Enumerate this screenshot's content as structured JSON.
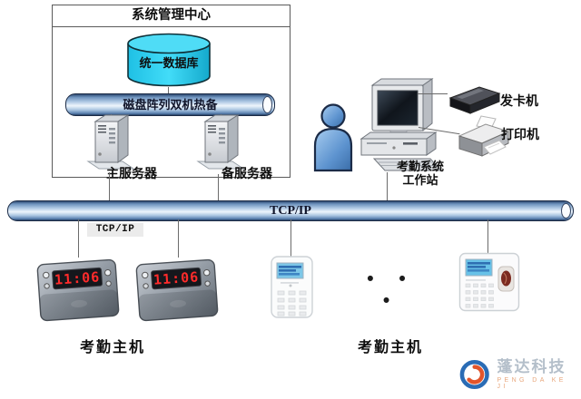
{
  "management_center": {
    "title": "系统管理中心",
    "database_label": "统一数据库",
    "disk_array_label": "磁盘阵列双机热备",
    "primary_server_label": "主服务器",
    "backup_server_label": "备服务器"
  },
  "network": {
    "backbone_label": "TCP/IP",
    "branch_label": "TCP/IP"
  },
  "workstation": {
    "label_line1": "考勤系统",
    "label_line2": "工作站",
    "card_issuer_label": "发卡机",
    "printer_label": "打印机"
  },
  "terminals": {
    "clock_display": "11:06",
    "ellipsis": "•  •  •",
    "left_group_label": "考勤主机",
    "right_group_label": "考勤主机"
  },
  "watermark": {
    "name_cn": "蓬达科技",
    "name_en": "PENG DA KE JI"
  },
  "colors": {
    "pipe_blue": "#6d92bd",
    "database_cyan": "#2fd5f2",
    "led_red": "#ff2b2b",
    "person_blue": "#5d93cf",
    "logo_blue": "#2a6cb5",
    "logo_orange": "#e2552b"
  }
}
